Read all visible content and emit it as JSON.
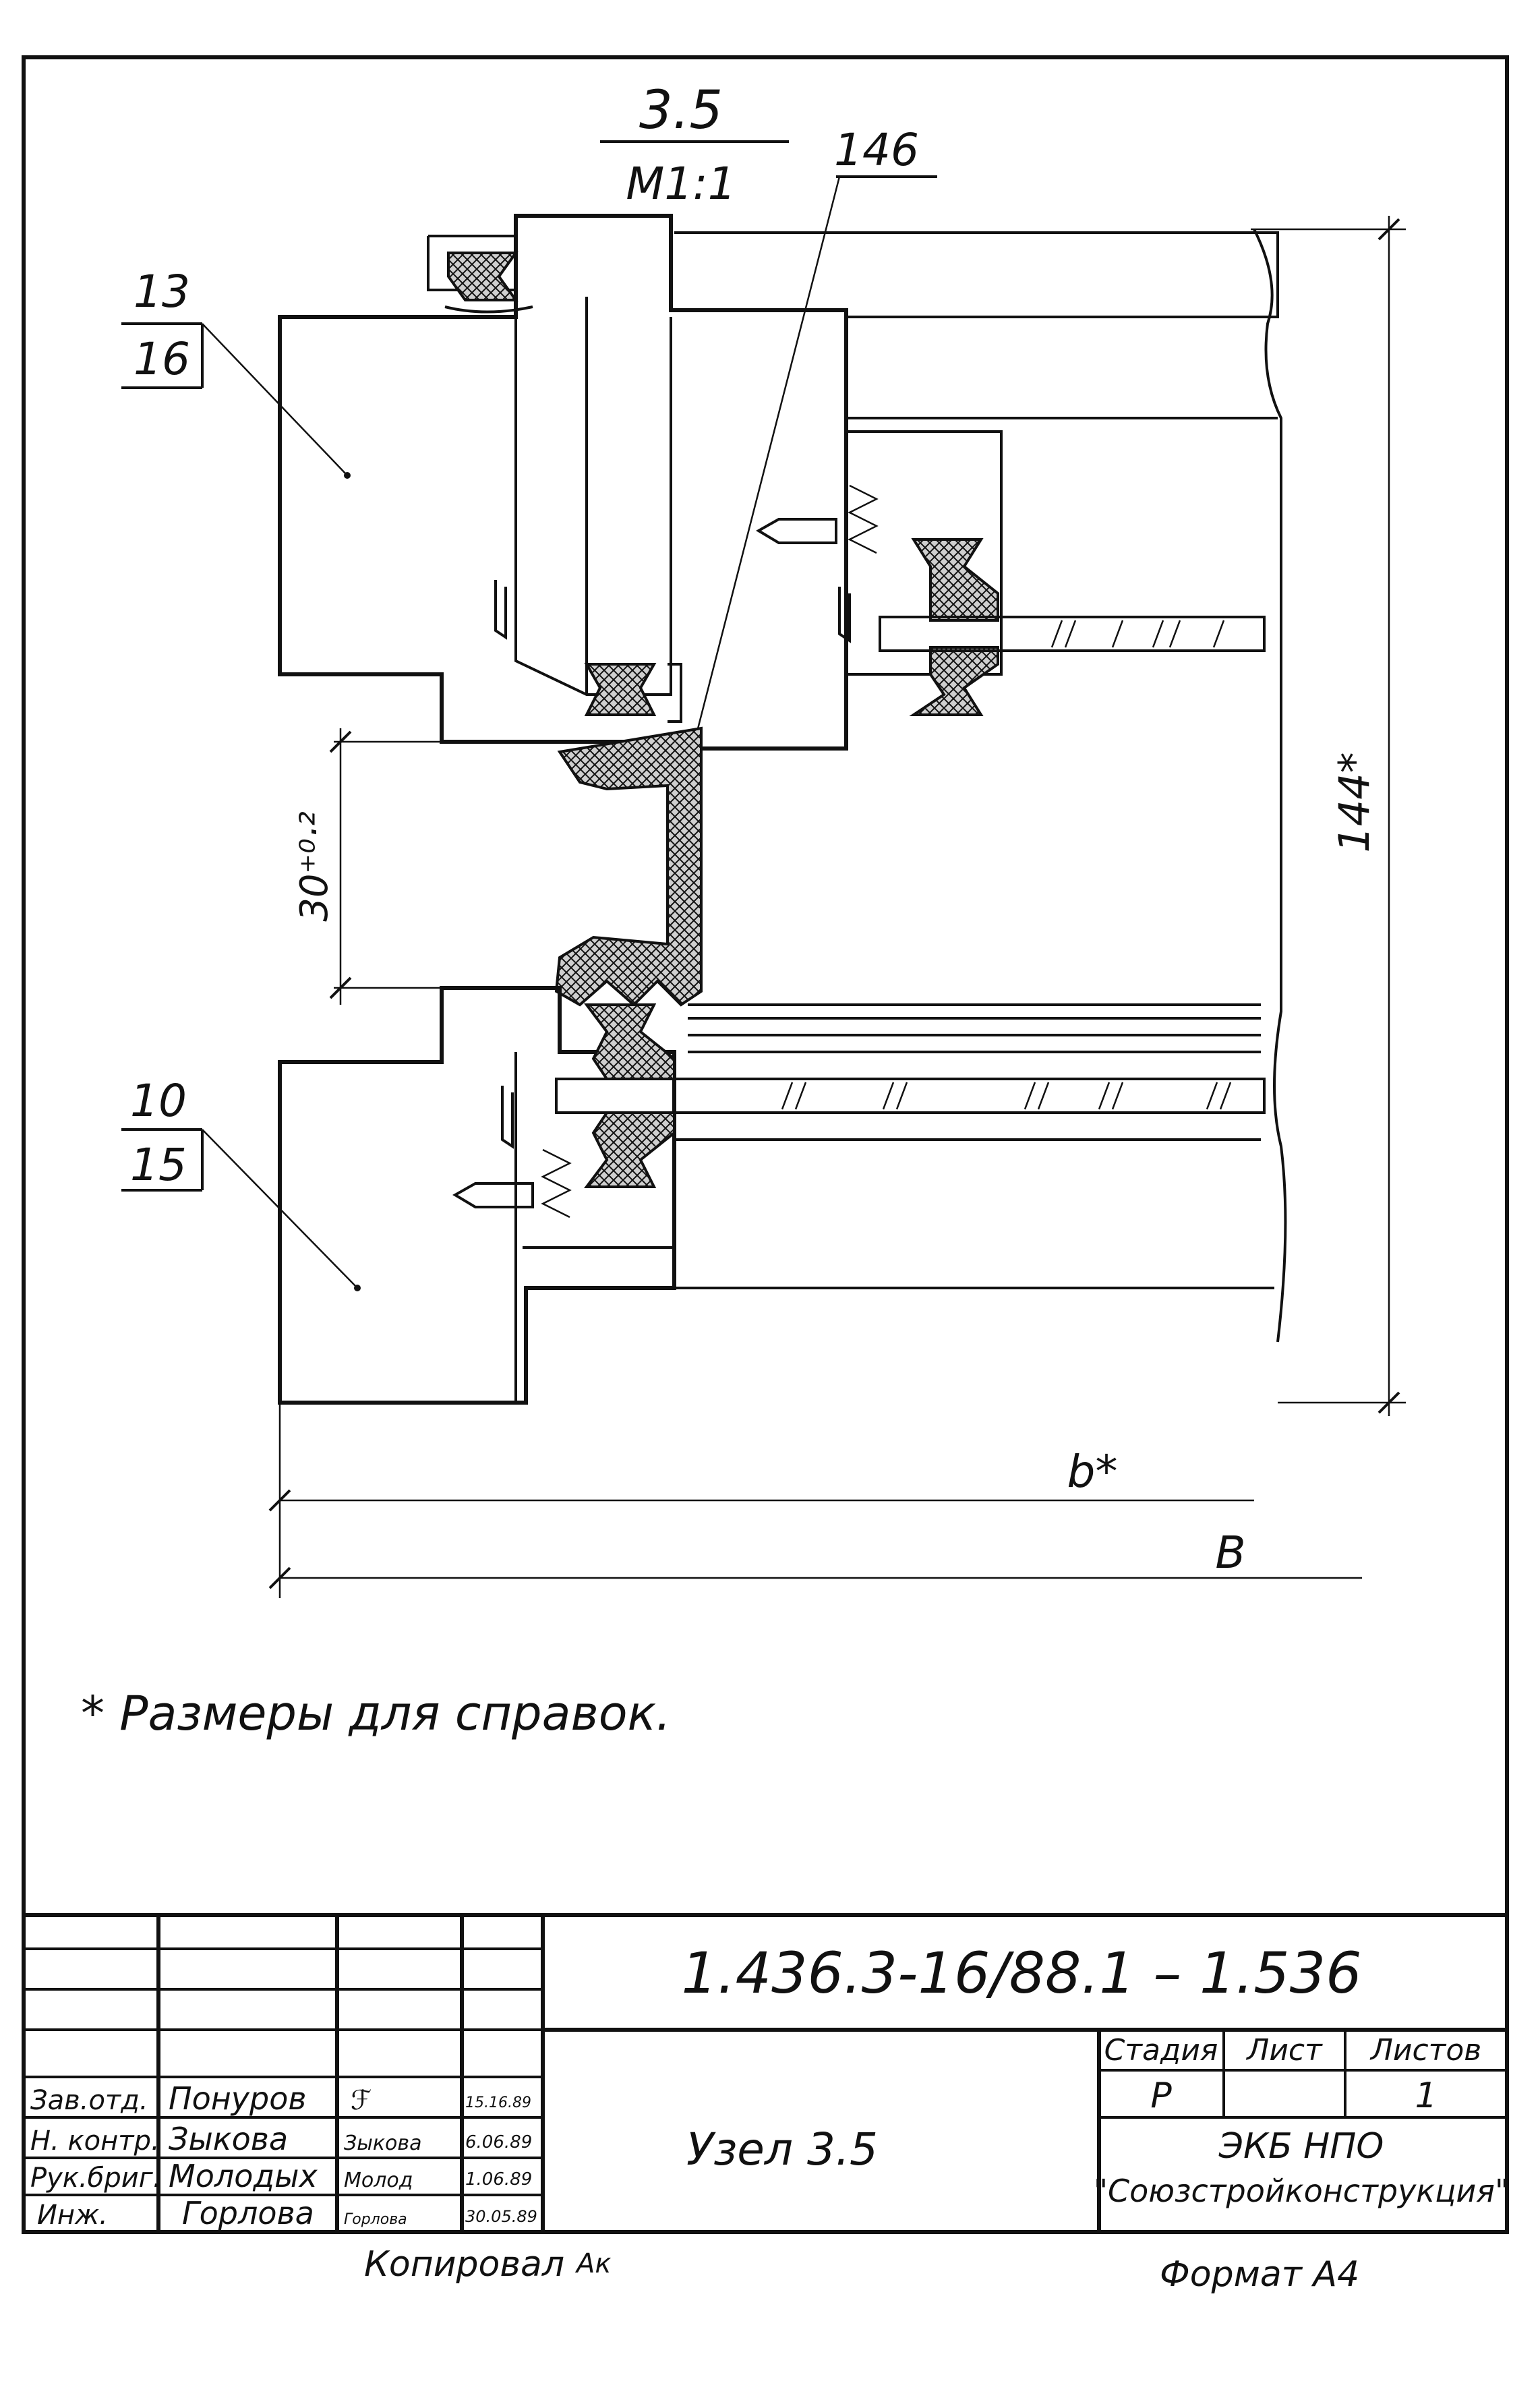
{
  "header": {
    "node_number": "3.5",
    "scale": "M1:1"
  },
  "callouts": {
    "upper_top": "13",
    "upper_bottom": "16",
    "lower_top": "10",
    "lower_bottom": "15",
    "seal_position": "146"
  },
  "dimensions": {
    "gap": "30⁺⁰·²",
    "height": "144*",
    "width_small": "b*",
    "width_total": "B"
  },
  "note": "* Размеры для справок.",
  "title_block": {
    "document_code": "1.436.3-16/88.1 – 1.536",
    "drawing_name": "Узел 3.5",
    "col_stage": "Стадия",
    "col_sheet": "Лист",
    "col_sheets": "Листов",
    "stage": "Р",
    "sheet": "",
    "sheets": "1",
    "organization_line1": "ЭКБ НПО",
    "organization_line2": "\"Союзстройконструкция\"",
    "signers": [
      {
        "role": "Зав.отд.",
        "name": "Понуров",
        "signature": "ℱ",
        "date": "15.16.89"
      },
      {
        "role": "Н. контр.",
        "name": "Зыкова",
        "signature": "Зыкова",
        "date": "6.06.89"
      },
      {
        "role": "Рук.бриг.",
        "name": "Молодых",
        "signature": "Молод",
        "date": "1.06.89"
      },
      {
        "role": "Инж.",
        "name": "Горлова",
        "signature": "Горлова",
        "date": "30.05.89"
      }
    ]
  },
  "footer": {
    "copied_by": "Копировал",
    "copied_signature": "Ак",
    "format": "Формат А4"
  }
}
